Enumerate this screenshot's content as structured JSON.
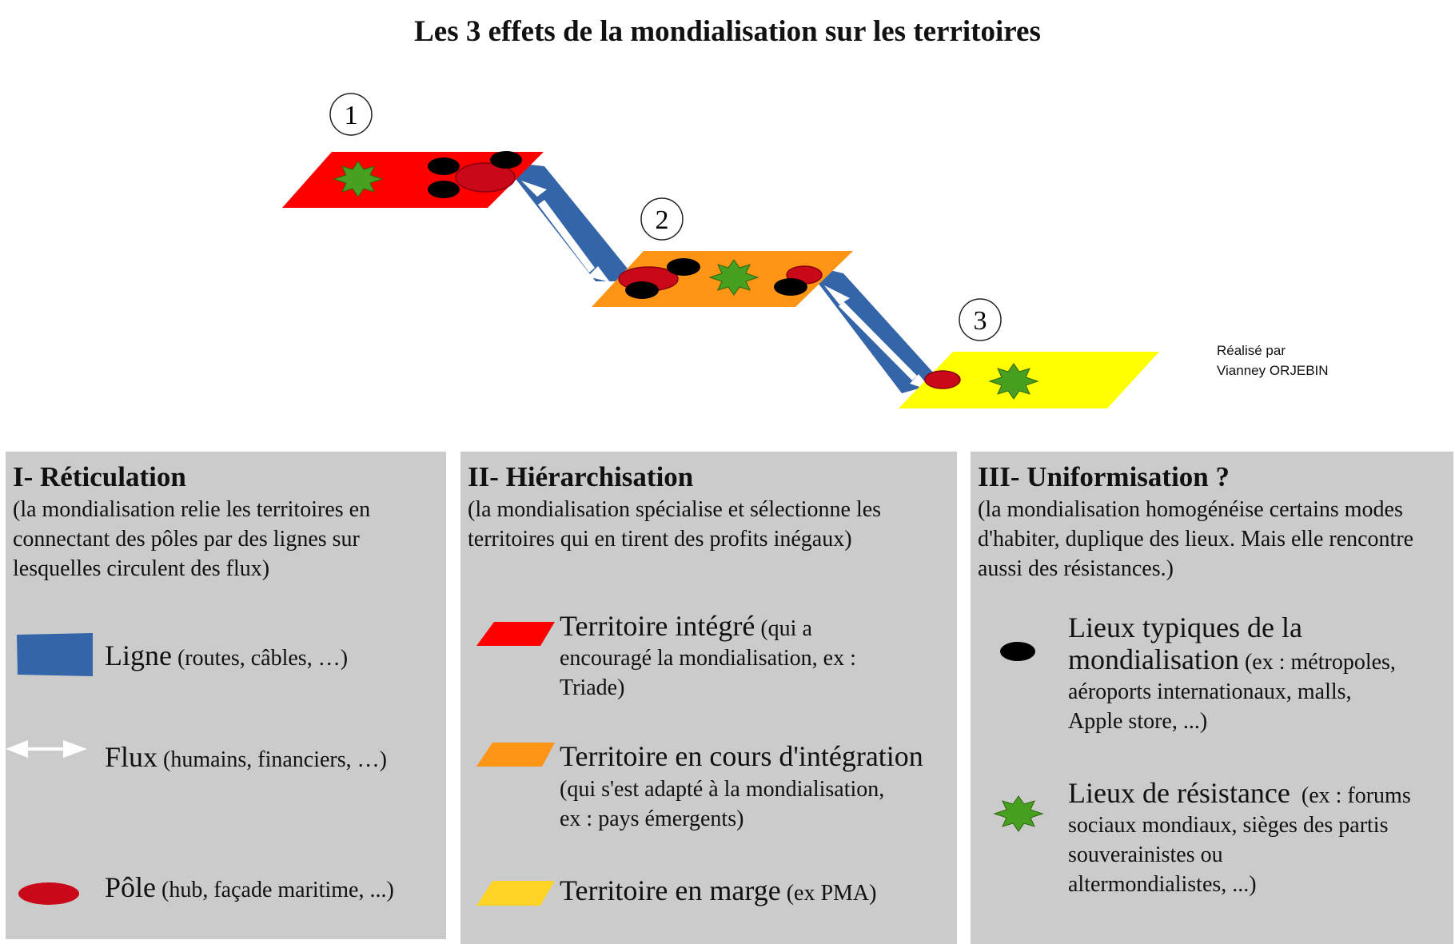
{
  "title": "Les 3 effets de la mondialisation sur les territoires",
  "diagram": {
    "markers": [
      "1",
      "2",
      "3"
    ],
    "colors": {
      "integrated": "#ff0000",
      "integrating": "#ff9415",
      "margin": "#ffff00",
      "margin_legend": "#ffd426",
      "line": "#3465a9",
      "flux": "#ffffff",
      "pole": "#c9091a",
      "typical": "#000000",
      "resistance": "#48a020"
    }
  },
  "credit": {
    "line1": "Réalisé par",
    "line2": "Vianney ORJEBIN"
  },
  "panels": {
    "reticulation": {
      "heading": "I- Réticulation",
      "description": "(la mondialisation relie les territoires en connectant des pôles par des lignes sur lesquelles circulent des flux)",
      "items": [
        {
          "name": "Ligne",
          "detail": "(routes, câbles, …)"
        },
        {
          "name": "Flux",
          "detail": "(humains, financiers, …)"
        },
        {
          "name": "Pôle",
          "detail": "(hub, façade maritime, ...)"
        }
      ]
    },
    "hierarchisation": {
      "heading": "II- Hiérarchisation",
      "description": "(la mondialisation spécialise et sélectionne les territoires qui en tirent des profits inégaux)",
      "items": [
        {
          "name": "Territoire intégré",
          "detail_a": "(qui a",
          "detail_b": "encouragé la mondialisation, ex :",
          "detail_c": "Triade)"
        },
        {
          "name": "Territoire en cours d'intégration",
          "detail_a": "(qui s'est adapté à la mondialisation,",
          "detail_b": "ex : pays émergents)"
        },
        {
          "name": "Territoire en marge",
          "detail": "(ex PMA)"
        }
      ]
    },
    "uniformisation": {
      "heading": "III- Uniformisation ?",
      "description": "(la mondialisation homogénéise certains modes d'habiter, duplique des lieux. Mais elle rencontre aussi des résistances.)",
      "items": [
        {
          "name_a": "Lieux typiques de la",
          "name_b": "mondialisation",
          "detail_a": "(ex : métropoles,",
          "detail_b": "aéroports internationaux, malls,",
          "detail_c": "Apple store, ...)"
        },
        {
          "name": "Lieux de résistance",
          "detail_a": "(ex : forums",
          "detail_b": "sociaux mondiaux, sièges des partis",
          "detail_c": "souverainistes ou",
          "detail_d": "altermondialistes, ...)"
        }
      ]
    }
  }
}
